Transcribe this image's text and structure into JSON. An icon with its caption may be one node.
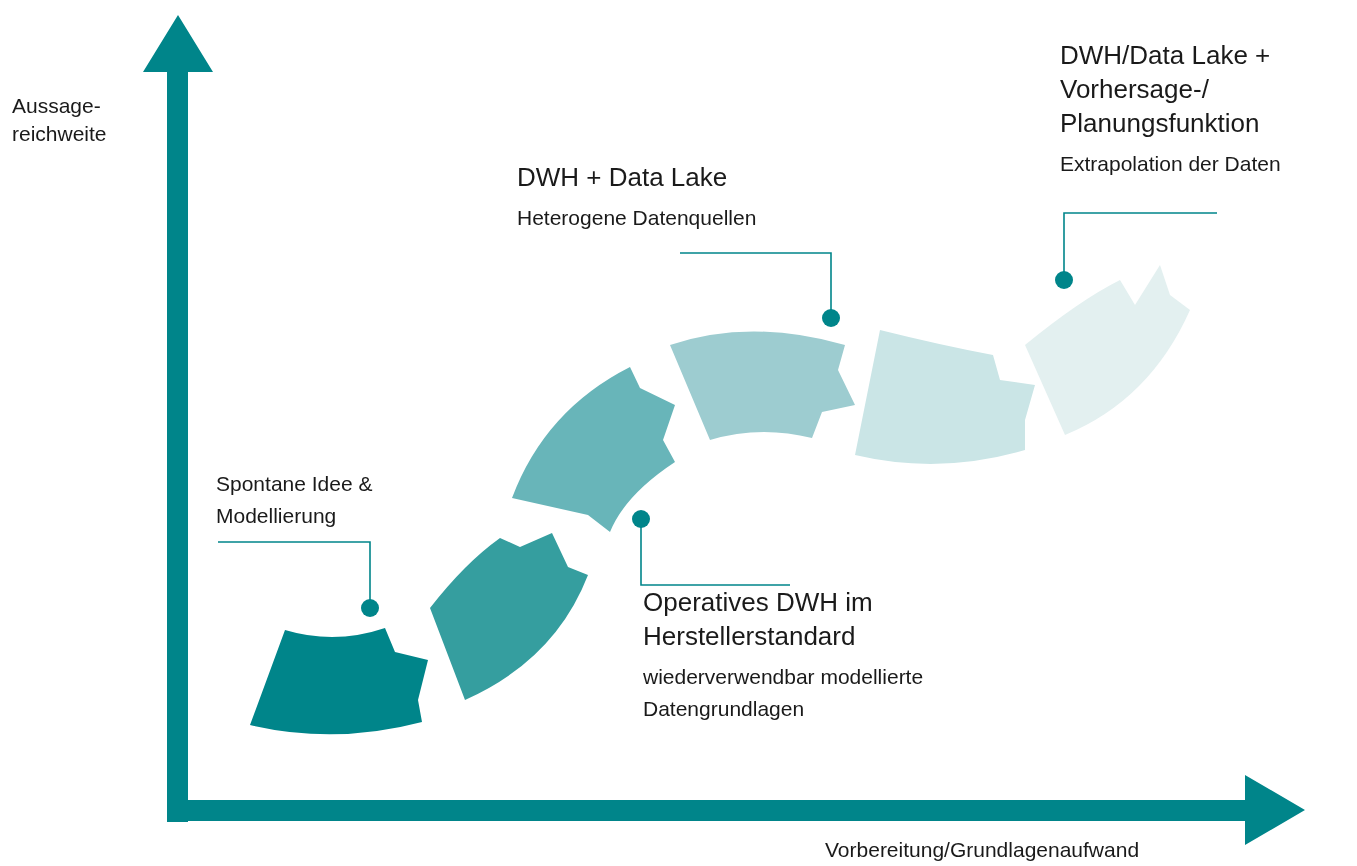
{
  "diagram": {
    "nodes": [
      {
        "text": [
          "Spontane Idee & Modellierung"
        ]
      },
      {
        "text": [
          "Operatives DWH im Herstellerstandard",
          "wiederverwendbar modellierte Datengrundlagen"
        ]
      },
      {
        "text": [
          "DWH + Data Lake",
          "Heterogene Datenquellen"
        ]
      },
      {
        "text": [
          "DWH/Data Lake + Vorhersage-/ Planungsfunktion",
          "Extrapolation der Daten"
        ]
      },
      {
        "text": [],
        "shape": "piece"
      },
      {
        "text": [],
        "shape": "piece"
      },
      {
        "text": [],
        "shape": "piece"
      },
      {
        "text": [],
        "shape": "piece"
      },
      {
        "text": [],
        "shape": "piece"
      },
      {
        "text": [],
        "shape": "piece"
      }
    ],
    "edges": [
      {
        "from": 0,
        "to": 4,
        "arrow": "other"
      },
      {
        "from": 1,
        "to": 6,
        "arrow": "other"
      },
      {
        "from": 2,
        "to": 7,
        "arrow": "other"
      },
      {
        "from": 3,
        "to": 9,
        "arrow": "other"
      }
    ],
    "labels": [
      "Aussage- reichweite",
      "Vorbereitung/Grundlagenaufwand"
    ]
  }
}
